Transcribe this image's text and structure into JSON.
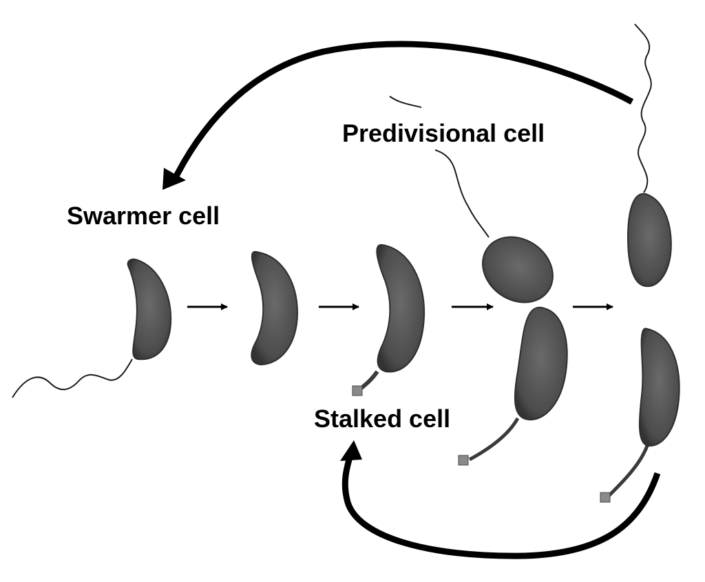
{
  "labels": {
    "predivisional": "Predivisional cell",
    "swarmer": "Swarmer cell",
    "stalked": "Stalked cell"
  },
  "colors": {
    "background": "#ffffff",
    "cell_fill": "#5a5a5a",
    "cell_edge": "#3a3a3a",
    "arrow": "#000000"
  }
}
